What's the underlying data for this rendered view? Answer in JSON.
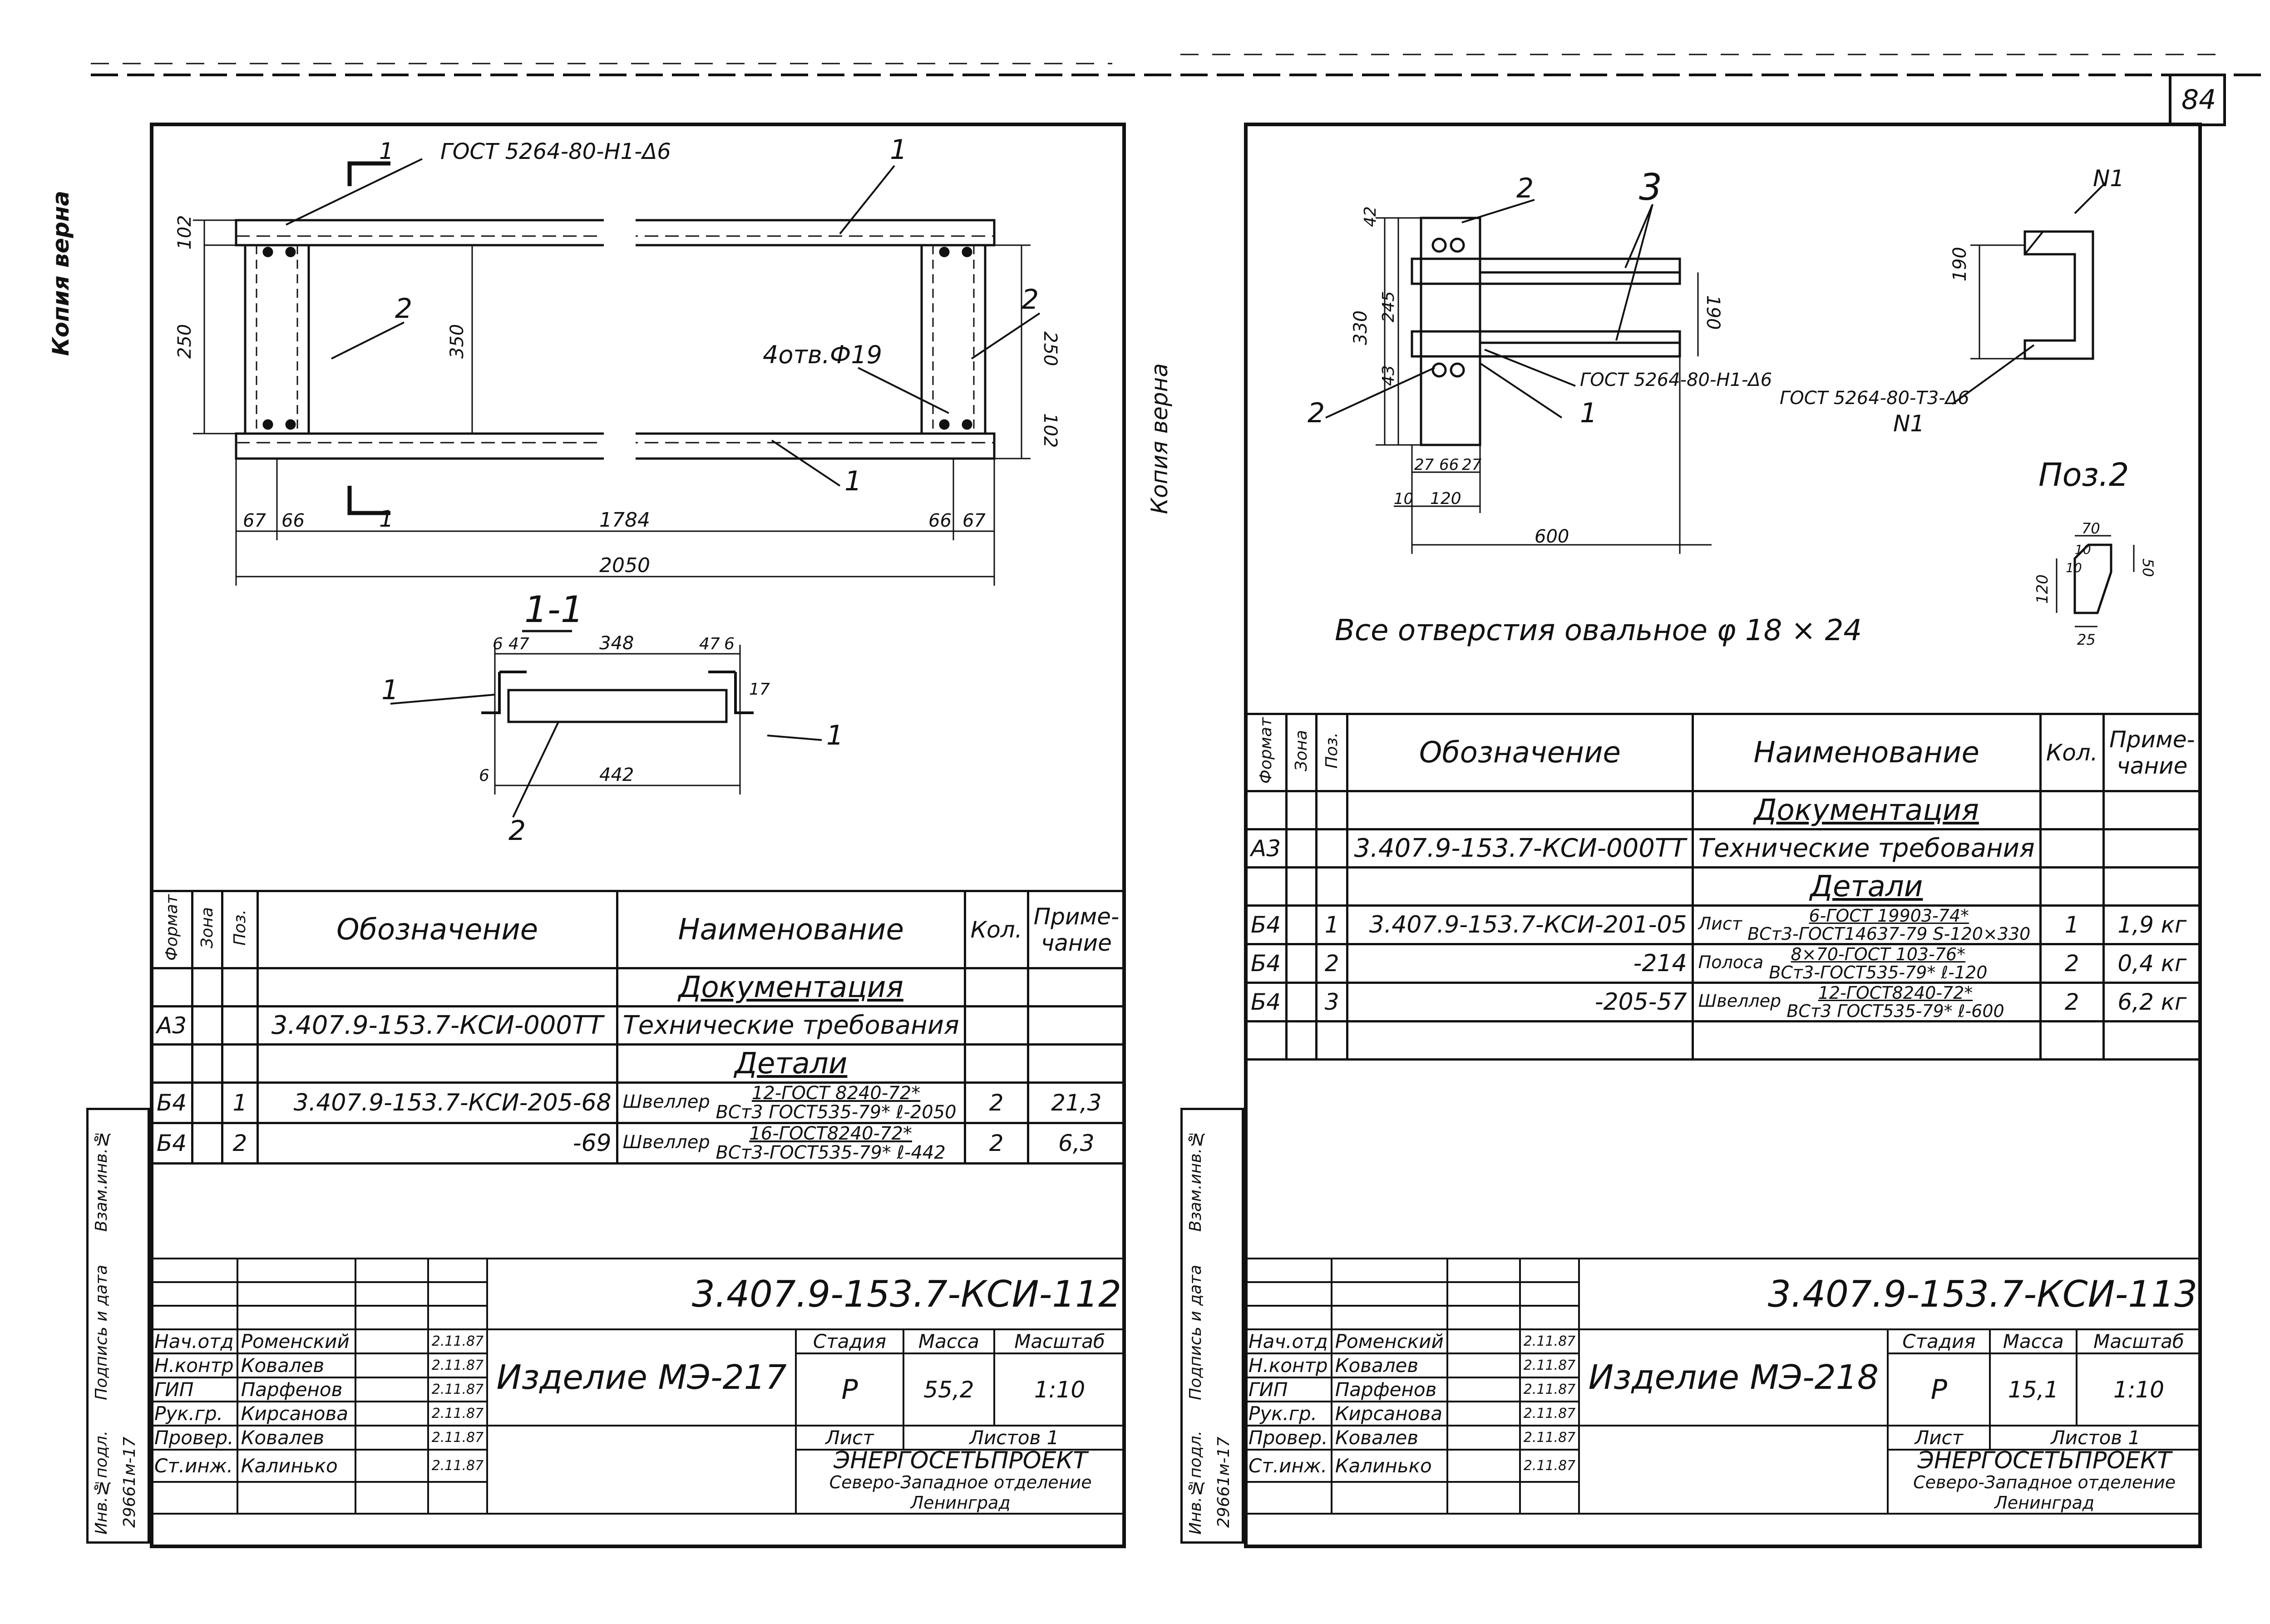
{
  "page_number": "84",
  "margin_notes": {
    "left_stamp": "Копия верна",
    "mid_stamp": "Копия верна"
  },
  "left_sheet": {
    "drawing_labels": {
      "weld_note": "ГОСТ 5264-80-Н1-Δ6",
      "section_mark": "1",
      "pos_1": "1",
      "pos_2": "2",
      "holes": "4отв.Ф19",
      "section_title": "1-1",
      "dims": {
        "d102a": "102",
        "d250a": "250",
        "d350": "350",
        "d250b": "250",
        "d102b": "102",
        "d67a": "67",
        "d66a": "66",
        "d1784": "1784",
        "d66b": "66",
        "d67b": "67",
        "d2050": "2050",
        "s6a": "6",
        "s47a": "47",
        "s348": "348",
        "s47b": "47",
        "s6b": "6",
        "s17": "17",
        "s6c": "6",
        "s442": "442"
      }
    },
    "spec": {
      "headers": {
        "format": "Формат",
        "zone": "Зона",
        "pos": "Поз.",
        "designation": "Обозначение",
        "name": "Наименование",
        "qty": "Кол.",
        "note": "Приме-чание"
      },
      "section_docs": "Документация",
      "doc_row": {
        "format": "А3",
        "designation": "3.407.9-153.7-КСИ-000ТТ",
        "name": "Технические требования"
      },
      "section_parts": "Детали",
      "rows": [
        {
          "format": "Б4",
          "pos": "1",
          "designation": "3.407.9-153.7-КСИ-205-68",
          "name_prefix": "Швеллер",
          "name_top": "12-ГОСТ 8240-72*",
          "name_bottom": "ВСт3 ГОСТ535-79* ℓ-2050",
          "qty": "2",
          "note": "21,3"
        },
        {
          "format": "Б4",
          "pos": "2",
          "designation": "-69",
          "name_prefix": "Швеллер",
          "name_top": "16-ГОСТ8240-72*",
          "name_bottom": "ВСт3-ГОСТ535-79* ℓ-442",
          "qty": "2",
          "note": "6,3"
        }
      ]
    },
    "title_block": {
      "code": "3.407.9-153.7-КСИ-112",
      "product": "Изделие МЭ-217",
      "stage_label": "Стадия",
      "mass_label": "Масса",
      "scale_label": "Масштаб",
      "stage": "Р",
      "mass": "55,2",
      "scale": "1:10",
      "sheet_label": "Лист",
      "sheets_label": "Листов 1",
      "org1": "ЭНЕРГОСЕТЬПРОЕКТ",
      "org2": "Северо-Западное отделение",
      "org3": "Ленинград",
      "people": [
        {
          "role": "Нач.отд",
          "name": "Роменский",
          "date": "2.11.87"
        },
        {
          "role": "Н.контр",
          "name": "Ковалев",
          "date": "2.11.87"
        },
        {
          "role": "ГИП",
          "name": "Парфенов",
          "date": "2.11.87"
        },
        {
          "role": "Рук.гр.",
          "name": "Кирсанова",
          "date": "2.11.87"
        },
        {
          "role": "Провер.",
          "name": "Ковалев",
          "date": "2.11.87"
        },
        {
          "role": "Ст.инж.",
          "name": "Калинько",
          "date": "2.11.87"
        }
      ]
    },
    "side_strip": {
      "inv": "Инв.№подл.",
      "sign": "Подпись и дата",
      "vzam": "Взам.инв.№",
      "inv_no": "29661м-17"
    }
  },
  "right_sheet": {
    "drawing_labels": {
      "pos_2a": "2",
      "pos_3": "3",
      "pos_2b": "2",
      "pos_1": "1",
      "weld_note_1": "ГОСТ 5264-80-Н1-Δ6",
      "weld_note_2": "ГОСТ 5264-80-Т3-Δ6",
      "n1_top": "N1",
      "n1_bottom": "N1",
      "poz2_title": "Поз.2",
      "holes_note": "Все отверстия овальное  φ 18 × 24",
      "dims": {
        "d42": "42",
        "d330": "330",
        "d245": "245",
        "d43": "43",
        "d190a": "190",
        "d190b": "190",
        "d27a": "27",
        "d66": "66",
        "d27b": "27",
        "d10": "10",
        "d120": "120",
        "d600": "600",
        "p70": "70",
        "p10a": "10",
        "p10b": "10",
        "p120": "120",
        "p50": "50",
        "p25": "25"
      }
    },
    "spec": {
      "headers": {
        "format": "Формат",
        "zone": "Зона",
        "pos": "Поз.",
        "designation": "Обозначение",
        "name": "Наименование",
        "qty": "Кол.",
        "note": "Приме-чание"
      },
      "section_docs": "Документация",
      "doc_row": {
        "format": "А3",
        "designation": "3.407.9-153.7-КСИ-000ТТ",
        "name": "Технические требования"
      },
      "section_parts": "Детали",
      "rows": [
        {
          "format": "Б4",
          "pos": "1",
          "designation": "3.407.9-153.7-КСИ-201-05",
          "name_prefix": "Лист",
          "name_top": "6-ГОСТ 19903-74*",
          "name_bottom": "ВСт3-ГОСТ14637-79 S-120×330",
          "qty": "1",
          "note": "1,9 кг"
        },
        {
          "format": "Б4",
          "pos": "2",
          "designation": "-214",
          "name_prefix": "Полоса",
          "name_top": "8×70-ГОСТ 103-76*",
          "name_bottom": "ВСт3-ГОСТ535-79* ℓ-120",
          "qty": "2",
          "note": "0,4 кг"
        },
        {
          "format": "Б4",
          "pos": "3",
          "designation": "-205-57",
          "name_prefix": "Швеллер",
          "name_top": "12-ГОСТ8240-72*",
          "name_bottom": "ВСт3 ГОСТ535-79* ℓ-600",
          "qty": "2",
          "note": "6,2 кг"
        }
      ]
    },
    "title_block": {
      "code": "3.407.9-153.7-КСИ-113",
      "product": "Изделие МЭ-218",
      "stage_label": "Стадия",
      "mass_label": "Масса",
      "scale_label": "Масштаб",
      "stage": "Р",
      "mass": "15,1",
      "scale": "1:10",
      "sheet_label": "Лист",
      "sheets_label": "Листов 1",
      "org1": "ЭНЕРГОСЕТЬПРОЕКТ",
      "org2": "Северо-Западное отделение",
      "org3": "Ленинград",
      "people": [
        {
          "role": "Нач.отд",
          "name": "Роменский",
          "date": "2.11.87"
        },
        {
          "role": "Н.контр",
          "name": "Ковалев",
          "date": "2.11.87"
        },
        {
          "role": "ГИП",
          "name": "Парфенов",
          "date": "2.11.87"
        },
        {
          "role": "Рук.гр.",
          "name": "Кирсанова",
          "date": "2.11.87"
        },
        {
          "role": "Провер.",
          "name": "Ковалев",
          "date": "2.11.87"
        },
        {
          "role": "Ст.инж.",
          "name": "Калинько",
          "date": "2.11.87"
        }
      ]
    },
    "side_strip": {
      "inv": "Инв.№подл.",
      "sign": "Подпись и дата",
      "vzam": "Взам.инв.№",
      "inv_no": "29661м-17"
    }
  }
}
